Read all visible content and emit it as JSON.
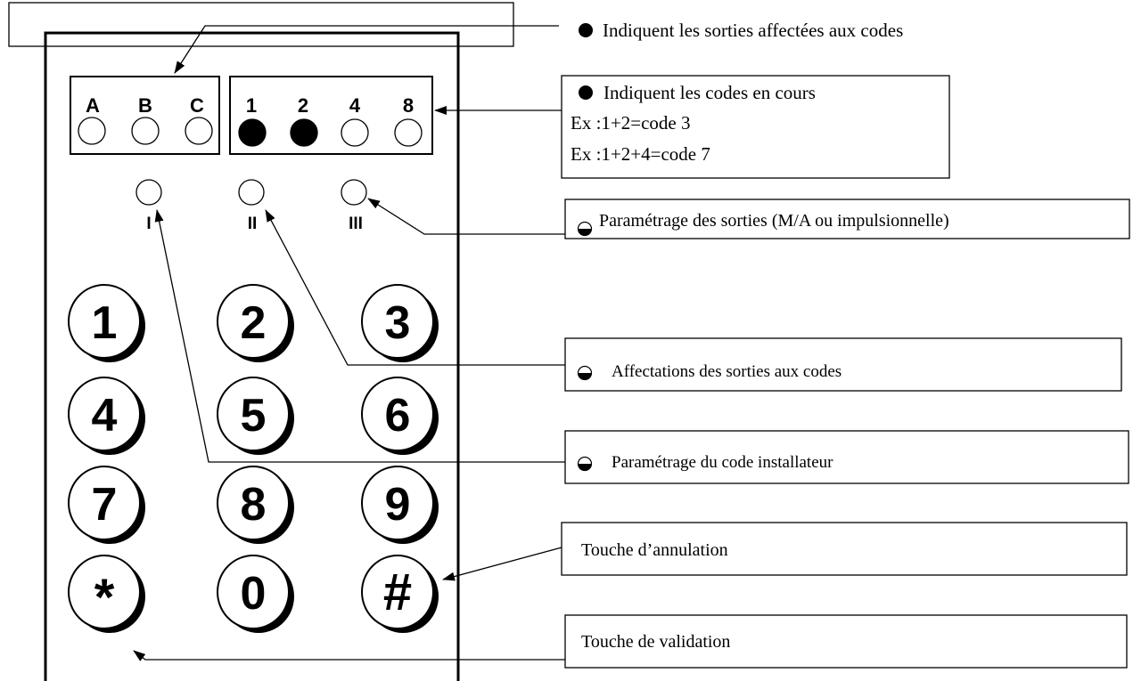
{
  "display": {
    "output_letters": [
      "A",
      "B",
      "C"
    ],
    "code_digits": [
      "1",
      "2",
      "4",
      "8"
    ],
    "code_digit_lit": [
      true,
      true,
      false,
      false
    ]
  },
  "mode_leds": [
    "I",
    "II",
    "III"
  ],
  "keypad": {
    "keys": [
      "1",
      "2",
      "3",
      "4",
      "5",
      "6",
      "7",
      "8",
      "9",
      "*",
      "0",
      "#"
    ]
  },
  "annotations": {
    "outputs": "Indiquent les sorties affectées aux codes",
    "codes_lines": [
      "Indiquent les codes en cours",
      "Ex :1+2=code 3",
      "Ex :1+2+4=code 7"
    ],
    "output_params": "Paramétrage des sorties (M/A ou impulsionnelle)",
    "assignments": "Affectations des sorties aux codes",
    "installer_code": "Paramétrage du code installateur",
    "cancel_key": "Touche d’annulation",
    "validate_key": "Touche de validation"
  },
  "colors": {
    "ink": "#000000",
    "key_face": "#ffffff",
    "background": "#ffffff"
  },
  "icons": {
    "filled_bullet": "filled-circle-icon",
    "half_bullet": "half-filled-circle-icon"
  }
}
